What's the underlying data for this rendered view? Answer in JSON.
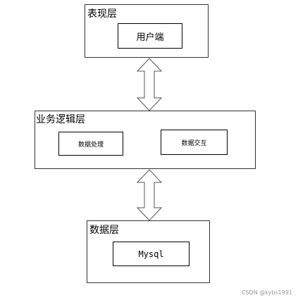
{
  "diagram": {
    "presentation_layer": {
      "title": "表现层",
      "box_label": "用户端"
    },
    "business_layer": {
      "title": "业务逻辑层",
      "box_left_label": "数据处理",
      "box_right_label": "数据交互"
    },
    "data_layer": {
      "title": "数据层",
      "box_label": "Mysql"
    }
  },
  "watermark": "CSDN @kybs1991",
  "colors": {
    "border": "#333333",
    "arrow_stroke": "#555555",
    "background": "#ffffff"
  }
}
